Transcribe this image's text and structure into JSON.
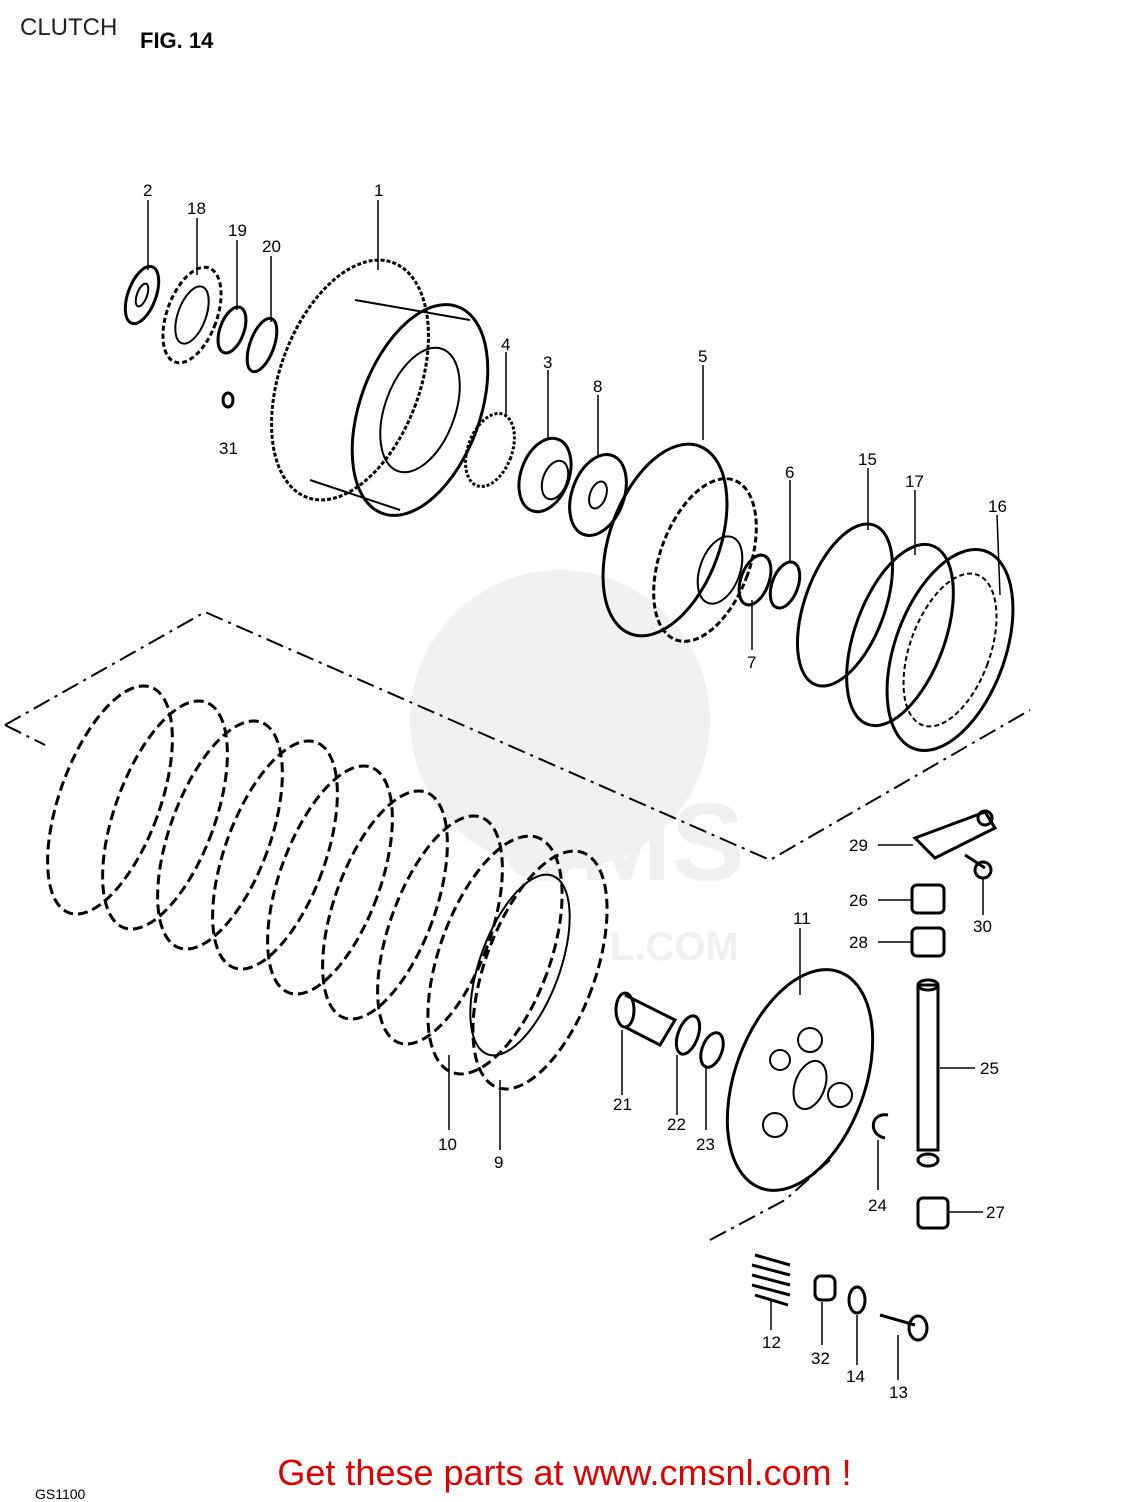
{
  "header": {
    "title": "CLUTCH",
    "figure": "FIG. 14"
  },
  "watermark": {
    "text": "CMS",
    "subtext": "L.COM"
  },
  "parts": [
    {
      "number": "1"
    },
    {
      "number": "2"
    },
    {
      "number": "3"
    },
    {
      "number": "4"
    },
    {
      "number": "5"
    },
    {
      "number": "6"
    },
    {
      "number": "7"
    },
    {
      "number": "8"
    },
    {
      "number": "9"
    },
    {
      "number": "10"
    },
    {
      "number": "11"
    },
    {
      "number": "12"
    },
    {
      "number": "13"
    },
    {
      "number": "14"
    },
    {
      "number": "15"
    },
    {
      "number": "16"
    },
    {
      "number": "17"
    },
    {
      "number": "18"
    },
    {
      "number": "19"
    },
    {
      "number": "20"
    },
    {
      "number": "21"
    },
    {
      "number": "22"
    },
    {
      "number": "23"
    },
    {
      "number": "24"
    },
    {
      "number": "25"
    },
    {
      "number": "26"
    },
    {
      "number": "27"
    },
    {
      "number": "28"
    },
    {
      "number": "29"
    },
    {
      "number": "30"
    },
    {
      "number": "31"
    },
    {
      "number": "32"
    }
  ],
  "promo": {
    "text": "Get these parts at www.cmsnl.com !"
  },
  "footer": {
    "model": "GS1100"
  }
}
